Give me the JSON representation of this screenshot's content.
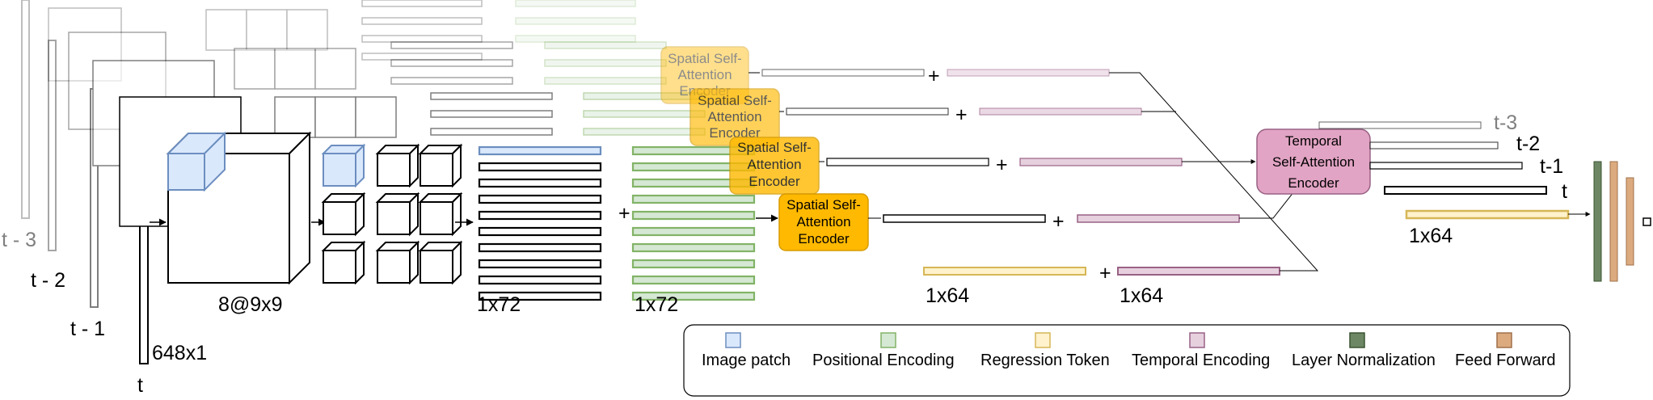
{
  "frames": {
    "t3": "t - 3",
    "t2": "t - 2",
    "t1": "t - 1",
    "t": "t",
    "vector_size": "648x1"
  },
  "cnn": {
    "feature_map": "8@9x9"
  },
  "tokens": {
    "patch_dim": "1x72",
    "posenc_dim": "1x72",
    "plus": "+"
  },
  "spatial_encoder": {
    "line1": "Spatial Self-",
    "line2": "Attention",
    "line3": "Encoder"
  },
  "temporal": {
    "regression_dim": "1x64",
    "temporal_dim": "1x64",
    "encoder_line1": "Temporal",
    "encoder_line2": "Self-Attention",
    "encoder_line3": "Encoder",
    "out_t3": "t-3",
    "out_t2": "t-2",
    "out_t1": "t-1",
    "out_t": "t",
    "output_dim": "1x64"
  },
  "legend": [
    {
      "label": "Image patch",
      "color": "#dae8fc",
      "border": "#6c8ebf"
    },
    {
      "label": "Positional Encoding",
      "color": "#d5e8d4",
      "border": "#82b366"
    },
    {
      "label": "Regression Token",
      "color": "#fff2cc",
      "border": "#d6b656"
    },
    {
      "label": "Temporal Encoding",
      "color": "#e6d0de",
      "border": "#996185"
    },
    {
      "label": "Layer Normalization",
      "color": "#6d8764",
      "border": "#3a5431"
    },
    {
      "label": "Feed Forward",
      "color": "#dbab7f",
      "border": "#a0704a"
    }
  ],
  "colors": {
    "encoder_fill": "#ffb900",
    "encoder_border": "#d79b00",
    "temporal_encoder_fill": "#e2a4c4",
    "temporal_encoder_border": "#996185"
  }
}
